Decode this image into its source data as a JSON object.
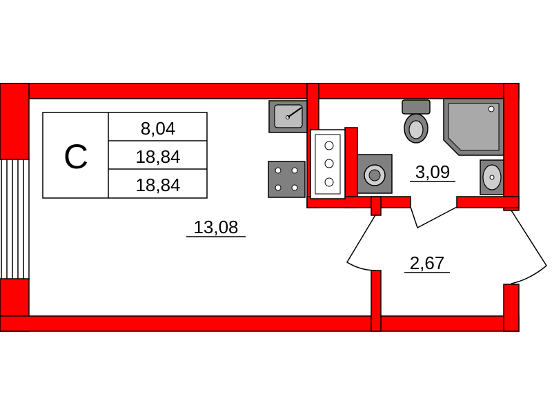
{
  "legend": {
    "letter": "С",
    "values": [
      "8,04",
      "18,84",
      "18,84"
    ]
  },
  "rooms": {
    "main": "13,08",
    "bathroom": "3,09",
    "hall": "2,67"
  },
  "colors": {
    "wall": "#ff0000",
    "fixture": "#808080",
    "line": "#000000"
  }
}
